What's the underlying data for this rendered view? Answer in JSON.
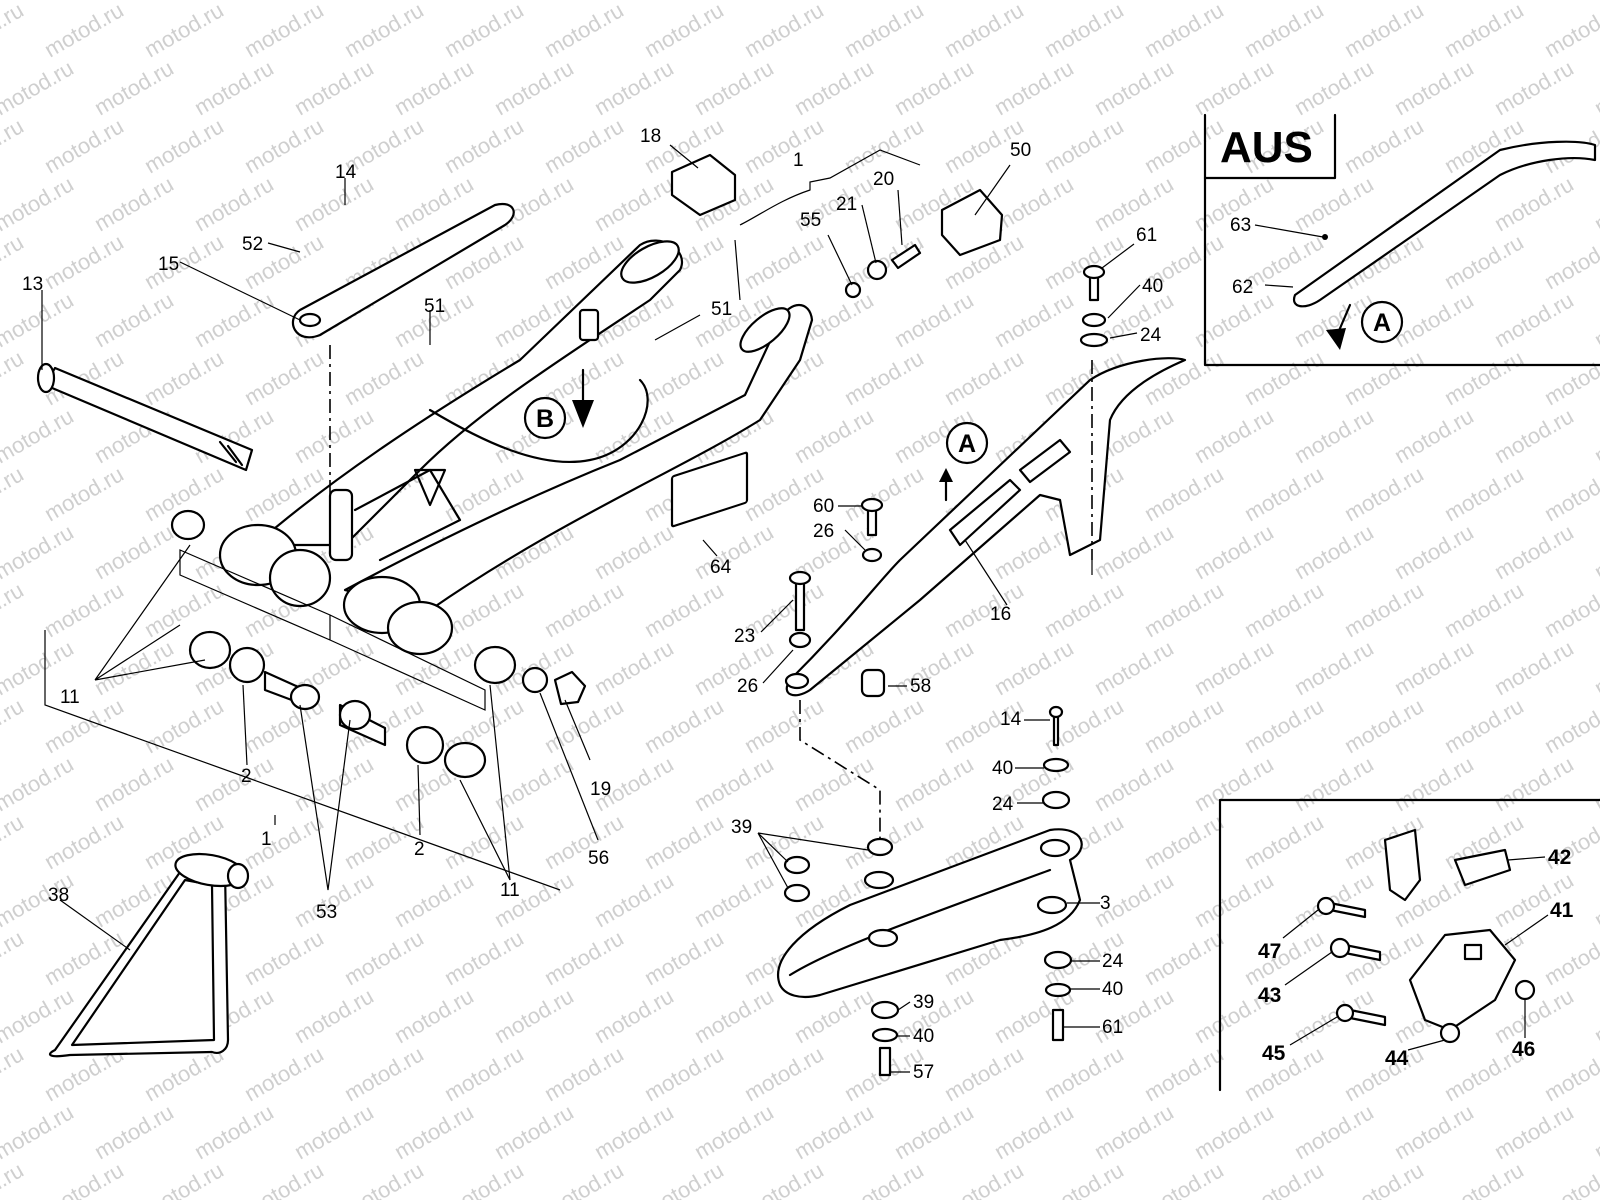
{
  "watermark": {
    "text": "motod.ru",
    "color": "#cfcfcf"
  },
  "inset_title": "AUS",
  "callouts": {
    "c_A_main": "A",
    "c_A_inset": "A",
    "c_B": "B"
  },
  "labels": {
    "p13": "13",
    "p14a": "14",
    "p52": "52",
    "p15": "15",
    "p51a": "51",
    "p51b": "51",
    "p18": "18",
    "p1a": "1",
    "p55": "55",
    "p21": "21",
    "p20": "20",
    "p50": "50",
    "p61a": "61",
    "p40a": "40",
    "p24a": "24",
    "p63": "63",
    "p62": "62",
    "p60": "60",
    "p26a": "26",
    "p23": "23",
    "p26b": "26",
    "p58": "58",
    "p16": "16",
    "p64": "64",
    "p11a": "11",
    "p2a": "2",
    "p2b": "2",
    "p53": "53",
    "p11b": "11",
    "p19": "19",
    "p56": "56",
    "p1b": "1",
    "p38": "38",
    "p14b": "14",
    "p40b": "40",
    "p24b": "24",
    "p39a": "39",
    "p3": "3",
    "p24c": "24",
    "p40c": "40",
    "p61b": "61",
    "p39b": "39",
    "p40d": "40",
    "p57": "57",
    "p42": "42",
    "p41": "41",
    "p47": "47",
    "p43": "43",
    "p45": "45",
    "p44": "44",
    "p46": "46"
  }
}
